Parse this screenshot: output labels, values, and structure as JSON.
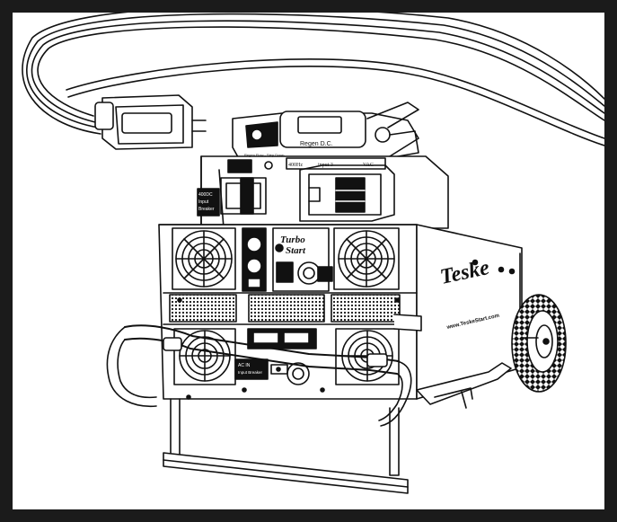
{
  "illustration": {
    "frame_color": "#1b1b1b",
    "background_color": "#ffffff",
    "line_color": "#111111"
  },
  "labels": {
    "top_display": "Regen D.C.",
    "top_panel_small": "Regen Flow - Step Down",
    "center_brand_line1": "Turbo",
    "center_brand_line2": "Start",
    "side_brand": "Teske",
    "website": "www.TeskeStart.com",
    "breaker_upper_line1": "400DC",
    "breaker_upper_line2": "Input",
    "breaker_upper_line3": "Breaker",
    "input_tag_left": "400Hz",
    "input_tag_mid": "input 3",
    "input_tag_right": "VAC",
    "breaker_lower_line1": "AC IN",
    "breaker_lower_line2": "Input Breaker"
  }
}
